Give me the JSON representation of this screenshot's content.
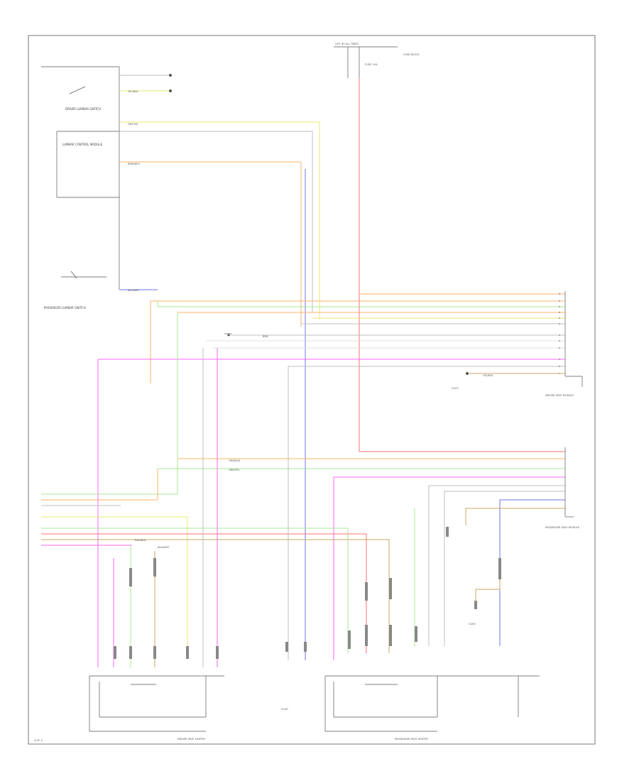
{
  "labels": {
    "hot_at_all_times": "HOT AT ALL TIMES",
    "fuse_block": "FUSE BLOCK",
    "fuse_ref": "FUSE 10A",
    "driver_lumbar_switch": "DRIVER LUMBAR SWITCH",
    "lumbar_control": "LUMBAR CONTROL MODULE",
    "passenger_lumbar_switch": "PASSENGER LUMBAR SWITCH",
    "seat_module_upper": "DRIVER SEAT MODULE",
    "seat_module_lower": "PASSENGER SEAT MODULE",
    "driver_seat_heater": "DRIVER SEAT HEATER",
    "passenger_seat_heater": "PASSENGER SEAT HEATER",
    "ground_left": "G100",
    "ground_right": "G200",
    "ground_mid": "G103",
    "page_marker": "4 OF 4"
  },
  "wire_labels": {
    "w1": "BLU/WHT",
    "w2": "YEL/BLK",
    "w3": "GRY/YEL",
    "w4": "BRN/WHT",
    "w5": "ORN/BLK",
    "w6": "RED/BLK",
    "w7": "GRN/YEL",
    "w8": "BRN",
    "w9": "BLK/WHT",
    "w10": "VIO/BLK"
  },
  "colors": {
    "red": "#ff7070",
    "pink": "#ff66ff",
    "orange": "#ffb066",
    "yellow": "#e8e870",
    "green": "#a8e890",
    "blue": "#7070e8",
    "gray": "#bfbfbf",
    "olive": "#c8a860"
  }
}
